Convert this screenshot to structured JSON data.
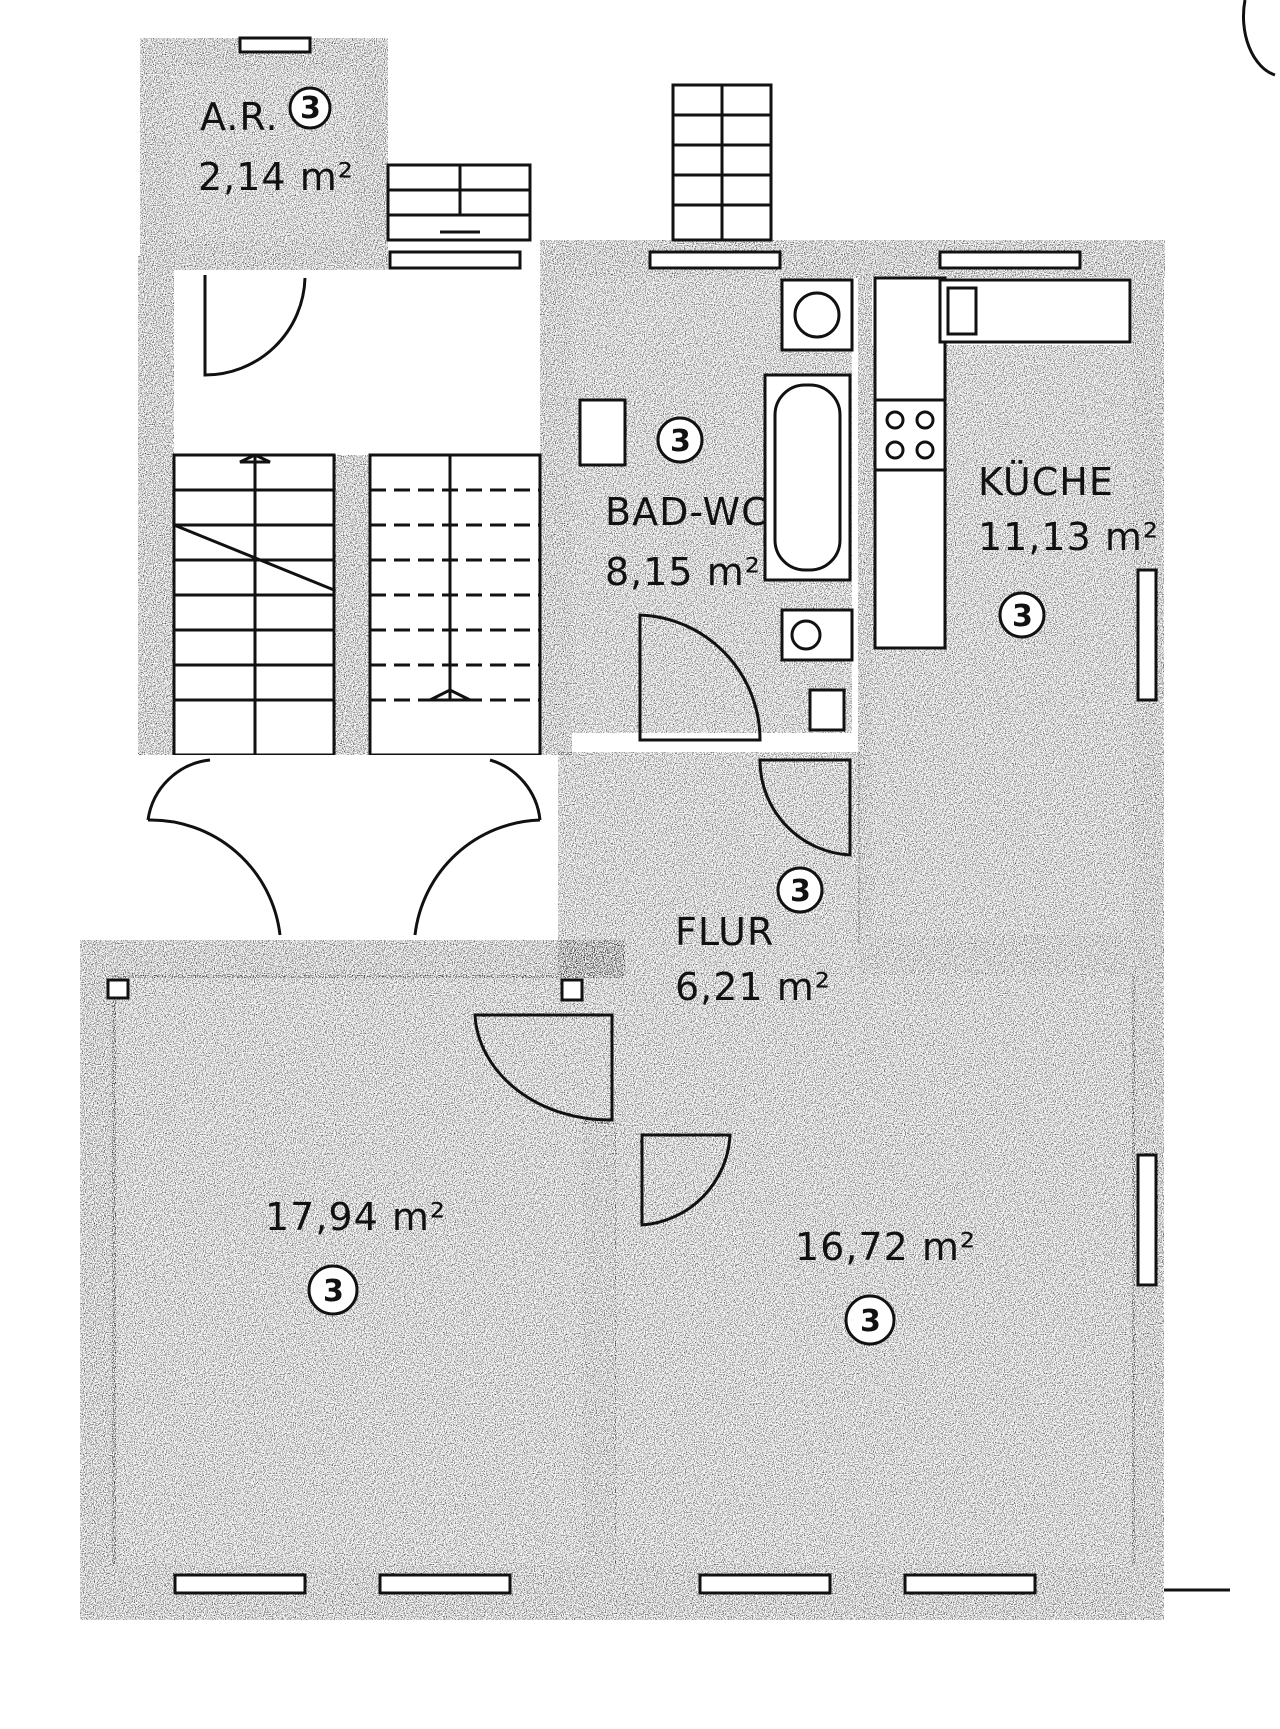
{
  "plan": {
    "rooms": [
      {
        "name": "A.R.",
        "area": "2,14 m²",
        "marker": "3"
      },
      {
        "name": "BAD-WC",
        "area": "8,15 m²",
        "marker": "3"
      },
      {
        "name": "KÜCHE",
        "area": "11,13 m²",
        "marker": "3"
      },
      {
        "name": "FLUR",
        "area": "6,21 m²",
        "marker": "3"
      },
      {
        "name": "",
        "area": "17,94 m²",
        "marker": "3"
      },
      {
        "name": "",
        "area": "16,72 m²",
        "marker": "3"
      }
    ]
  },
  "colors": {
    "ink": "#111111",
    "fill": "#4d4d4d",
    "paper": "#ffffff"
  }
}
